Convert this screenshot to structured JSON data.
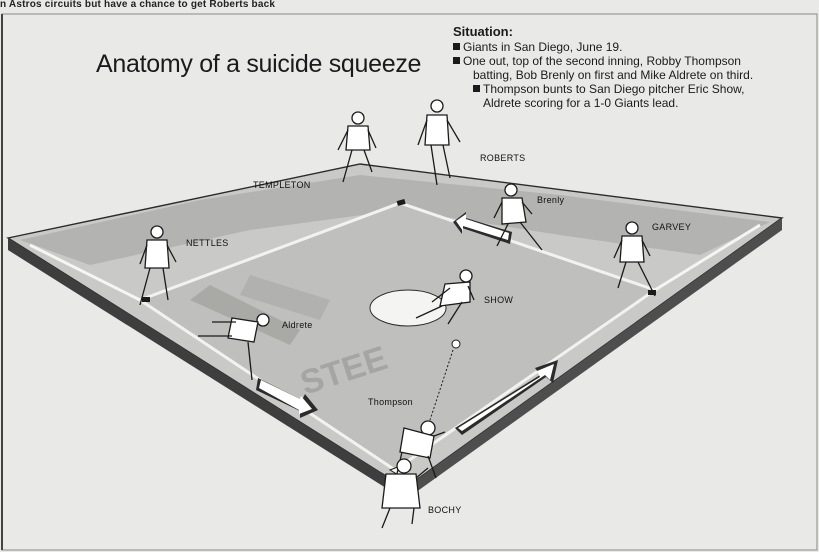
{
  "header": {
    "topline": "n Astros circuits but have a chance to get Roberts back"
  },
  "diagram": {
    "title": "Anatomy of a suicide squeeze",
    "situation": {
      "heading": "Situation:",
      "bullets": [
        {
          "text": "Giants in San Diego, June 19."
        },
        {
          "line1": "One out, top of the second inning, Robby Thompson",
          "line2": "batting, Bob Brenly on first and Mike Aldrete on third."
        },
        {
          "line1": "Thompson bunts to San Diego pitcher Eric Show,",
          "line2": "Aldrete scoring for a 1-0 Giants lead."
        }
      ]
    },
    "players": {
      "templeton": "TEMPLETON",
      "roberts": "ROBERTS",
      "brenly": "Brenly",
      "garvey": "GARVEY",
      "nettles": "NETTLES",
      "show": "SHOW",
      "aldrete": "Aldrete",
      "thompson": "Thompson",
      "bochy": "BOCHY"
    },
    "colors": {
      "background": "#e9e9e7",
      "ink": "#1b1b1b",
      "field_edge": "#5a5a5a",
      "infield": "#cfcfcd",
      "outfield": "#bdbdbb"
    }
  }
}
